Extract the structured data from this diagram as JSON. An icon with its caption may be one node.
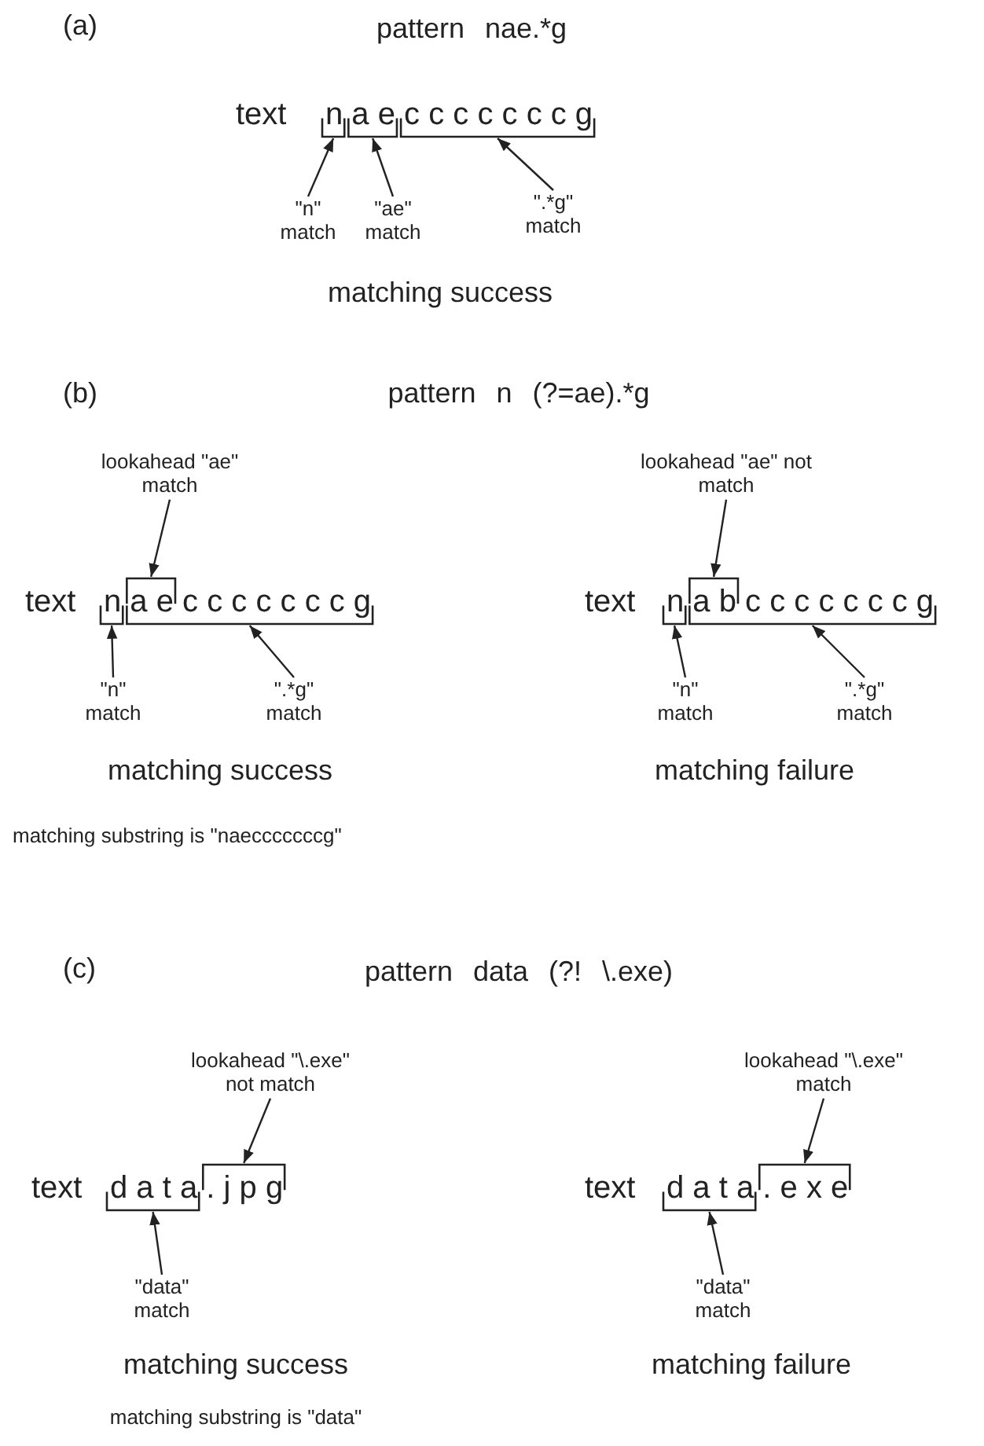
{
  "diagram": {
    "nodes": [
      {
        "text": [],
        "shape": "bracket"
      },
      {
        "text": [],
        "shape": "bracket"
      },
      {
        "text": [],
        "shape": "bracket"
      },
      {
        "text": [
          "\"n\" match"
        ]
      },
      {
        "text": [
          "\"ae\" match"
        ]
      },
      {
        "text": [
          "\".*g\" match"
        ]
      },
      {
        "text": [
          "lookahead \"ae\" match"
        ]
      },
      {
        "text": [],
        "shape": "bracket"
      },
      {
        "text": [],
        "shape": "bracket"
      },
      {
        "text": [],
        "shape": "bracket"
      },
      {
        "text": [
          "\"n\" match"
        ]
      },
      {
        "text": [
          "\".*g\" match"
        ]
      },
      {
        "text": [
          "lookahead \"ae\" not match"
        ]
      },
      {
        "text": [],
        "shape": "bracket"
      },
      {
        "text": [],
        "shape": "bracket"
      },
      {
        "text": [],
        "shape": "bracket"
      },
      {
        "text": [
          "\"n\" match"
        ]
      },
      {
        "text": [
          "\".*g\" match"
        ]
      },
      {
        "text": [
          "lookahead \"\\.exe\" not match"
        ]
      },
      {
        "text": [],
        "shape": "bracket"
      },
      {
        "text": [],
        "shape": "bracket"
      },
      {
        "text": [
          "\"data\" match"
        ]
      },
      {
        "text": [
          "lookahead \"\\.exe\" match"
        ]
      },
      {
        "text": [],
        "shape": "bracket"
      },
      {
        "text": [],
        "shape": "bracket"
      },
      {
        "text": [
          "\"data\" match"
        ]
      }
    ],
    "edges": [
      {
        "from": 3,
        "to": 0,
        "arrow": "to"
      },
      {
        "from": 4,
        "to": 1,
        "arrow": "to"
      },
      {
        "from": 5,
        "to": 2,
        "arrow": "to"
      },
      {
        "from": 6,
        "to": 7,
        "arrow": "to"
      },
      {
        "from": 10,
        "to": 8,
        "arrow": "to"
      },
      {
        "from": 11,
        "to": 9,
        "arrow": "to"
      },
      {
        "from": 12,
        "to": 13,
        "arrow": "to"
      },
      {
        "from": 16,
        "to": 14,
        "arrow": "to"
      },
      {
        "from": 17,
        "to": 15,
        "arrow": "to"
      },
      {
        "from": 18,
        "to": 19,
        "arrow": "to"
      },
      {
        "from": 21,
        "to": 20,
        "arrow": "to"
      },
      {
        "from": 22,
        "to": 23,
        "arrow": "to"
      },
      {
        "from": 25,
        "to": 24,
        "arrow": "to"
      }
    ],
    "labels": [
      "(a)",
      "pattern nae.*g",
      "text",
      "n a e c c c c c c c g",
      "matching success",
      "(b)",
      "pattern n (?=ae).*g",
      "text",
      "n a e c c c c c c c g",
      "text",
      "n a b c c c c c c c g",
      "matching success",
      "matching failure",
      "matching substring is \"naecccccccg\"",
      "(c)",
      "pattern data (?! \\.exe)",
      "text",
      "d a t a . j p g",
      "text",
      "d a t a . e x e",
      "matching success",
      "matching failure",
      "matching substring is \"data\""
    ]
  }
}
